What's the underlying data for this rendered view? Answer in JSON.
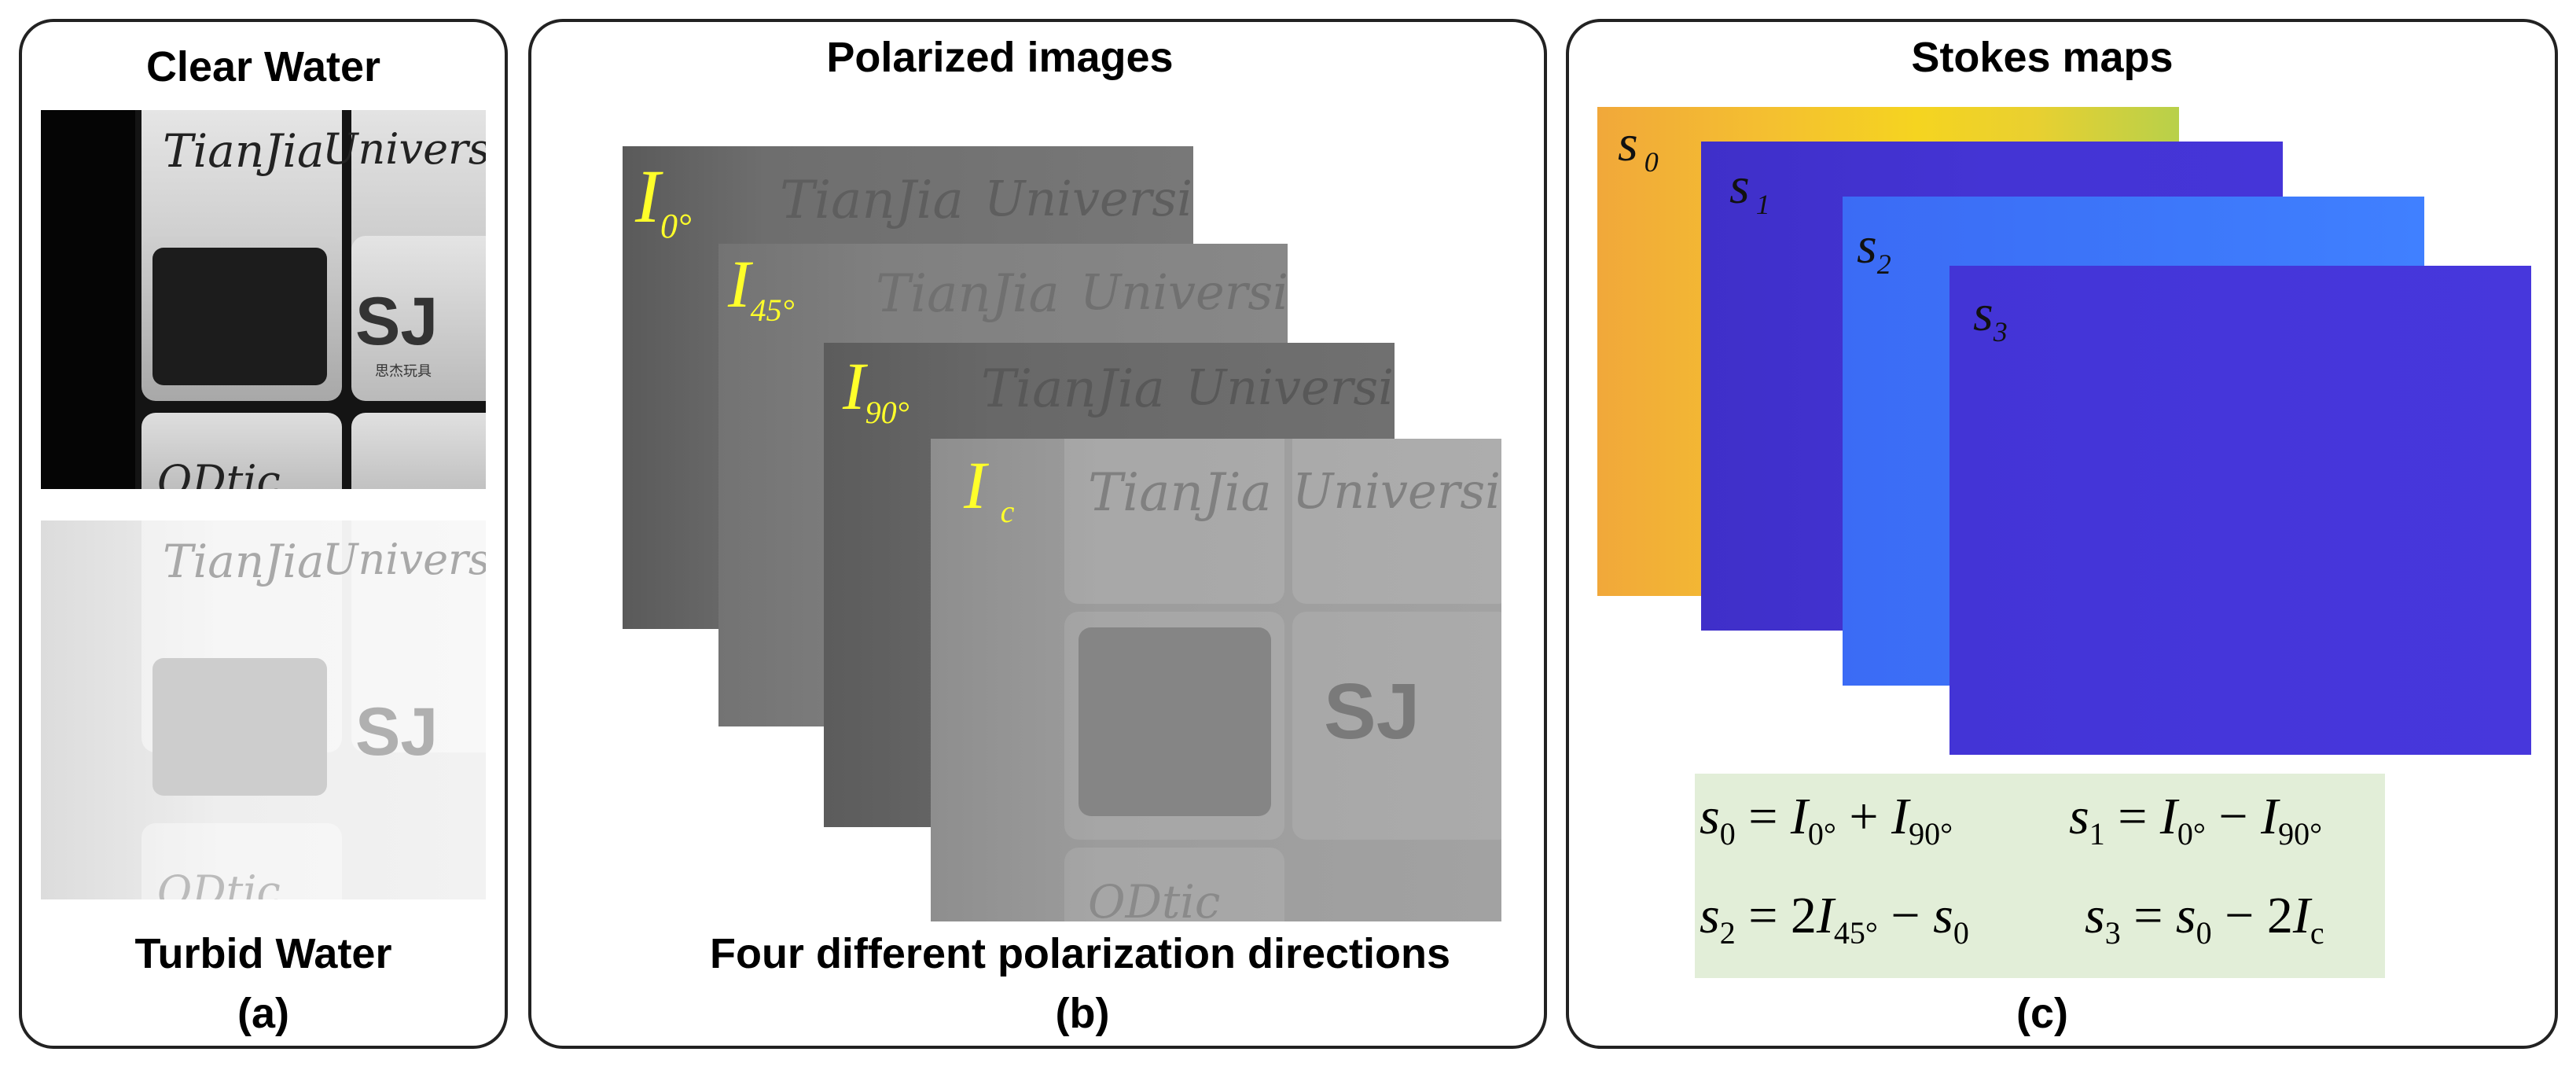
{
  "panel_a": {
    "title_top": "Clear Water",
    "title_bottom": "Turbid Water",
    "caption": "(a)",
    "photo_text": {
      "word1": "TianJia",
      "word2": "University",
      "word3": "ODtic",
      "logo": "SJ",
      "logo_sub": "思杰玩具"
    }
  },
  "panel_b": {
    "title": "Polarized images",
    "subtitle": "Four different polarization directions",
    "caption": "(b)",
    "images": [
      {
        "symbol": "I",
        "sub": "0°"
      },
      {
        "symbol": "I",
        "sub": "45°"
      },
      {
        "symbol": "I",
        "sub": "90°"
      },
      {
        "symbol": "I",
        "sub": "c"
      }
    ]
  },
  "panel_c": {
    "title": "Stokes maps",
    "caption": "(c)",
    "maps": [
      {
        "symbol": "s",
        "sub": "0"
      },
      {
        "symbol": "s",
        "sub": "1"
      },
      {
        "symbol": "s",
        "sub": "2"
      },
      {
        "symbol": "s",
        "sub": "3"
      }
    ],
    "formulas": {
      "f1": {
        "lhs": "s",
        "lhs_sub": "0",
        "eq": " = ",
        "a": "I",
        "a_sub": "0°",
        "op": " + ",
        "b": "I",
        "b_sub": "90°"
      },
      "f2": {
        "lhs": "s",
        "lhs_sub": "1",
        "eq": " = ",
        "a": "I",
        "a_sub": "0°",
        "op": " − ",
        "b": "I",
        "b_sub": "90°"
      },
      "f3": {
        "lhs": "s",
        "lhs_sub": "2",
        "eq": " = 2",
        "a": "I",
        "a_sub": "45°",
        "op": " − ",
        "b": "s",
        "b_sub": "0"
      },
      "f4": {
        "lhs": "s",
        "lhs_sub": "3",
        "eq": " = ",
        "a": "s",
        "a_sub": "0",
        "op": " − 2",
        "b": "I",
        "b_sub": "c"
      }
    }
  },
  "colors": {
    "label_yellow": "#ffff2a",
    "s0_map": "#f0b030",
    "s1_map": "#4030d0",
    "s2_map": "#3a70f8",
    "s3_map": "#4535da",
    "formula_bg": "#e2eed8"
  }
}
